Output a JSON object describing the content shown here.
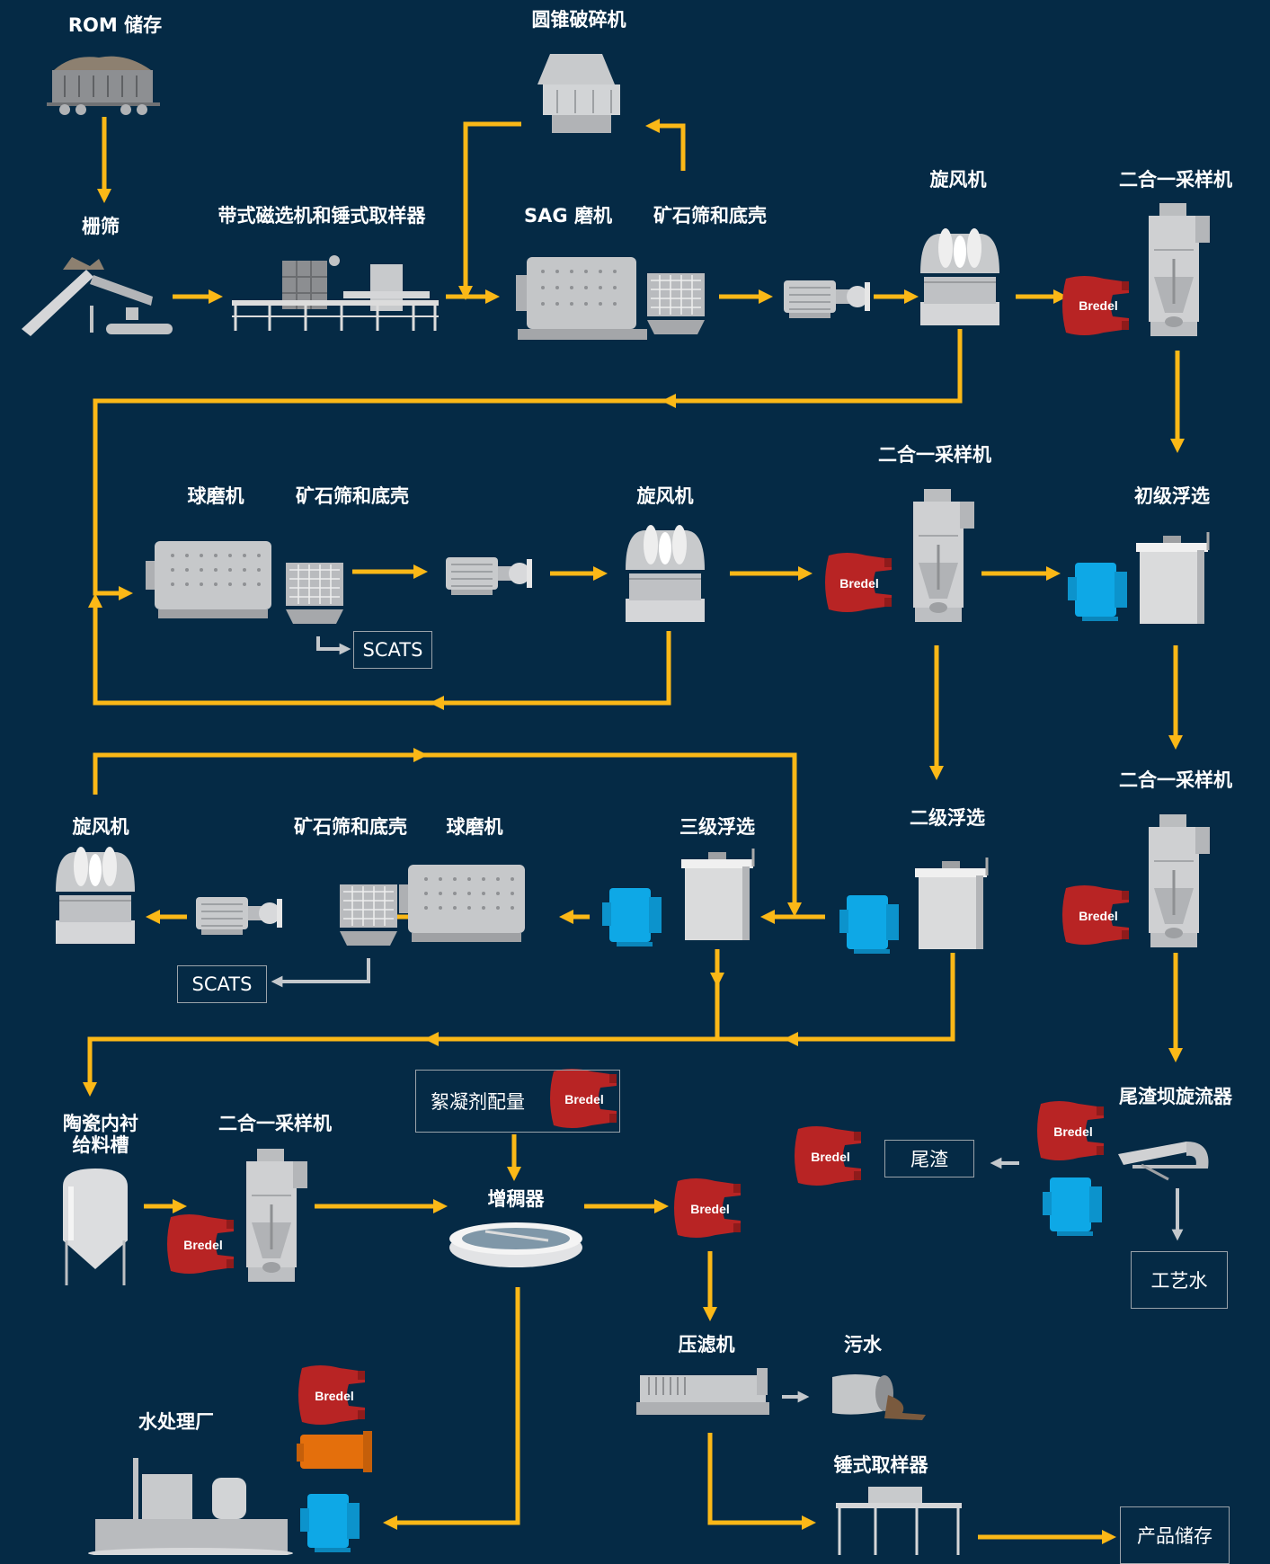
{
  "labels": {
    "rom": "ROM 储存",
    "grizzly": "栅筛",
    "belt_sampler": "带式磁选机和锤式取样器",
    "cone_crusher": "圆锥破碎机",
    "sag_mill": "SAG 磨机",
    "screen1": "矿石筛和底壳",
    "cyclone1": "旋风机",
    "sampler1": "二合一采样机",
    "ball_mill1": "球磨机",
    "screen2": "矿石筛和底壳",
    "cyclone2": "旋风机",
    "sampler2": "二合一采样机",
    "flot1": "初级浮选",
    "sampler3": "二合一采样机",
    "cyclone3": "旋风机",
    "screen3": "矿石筛和底壳",
    "ball_mill2": "球磨机",
    "flot3": "三级浮选",
    "flot2": "二级浮选",
    "tank_l1": "陶瓷内衬",
    "tank_l2": "给料槽",
    "sampler4": "二合一采样机",
    "thickener": "增稠器",
    "tail_hydro": "尾渣坝旋流器",
    "filter_press": "压滤机",
    "sewage": "污水",
    "water_plant": "水处理厂",
    "hammer_sampler": "锤式取样器"
  },
  "boxes": {
    "scats1": "SCATS",
    "scats2": "SCATS",
    "flocculant": "絮凝剂配量",
    "tailings": "尾渣",
    "process_water": "工艺水",
    "product_storage": "产品储存"
  },
  "brand": "Bredel",
  "colors": {
    "background": "#052a45",
    "arrow": "#fbb817",
    "grey_arrow": "#c4c8cc",
    "bredel_red": "#b82424",
    "pump_blue": "#0ea8e6",
    "pump_orange": "#e46f0c",
    "equipment": "#cfd0d2"
  }
}
